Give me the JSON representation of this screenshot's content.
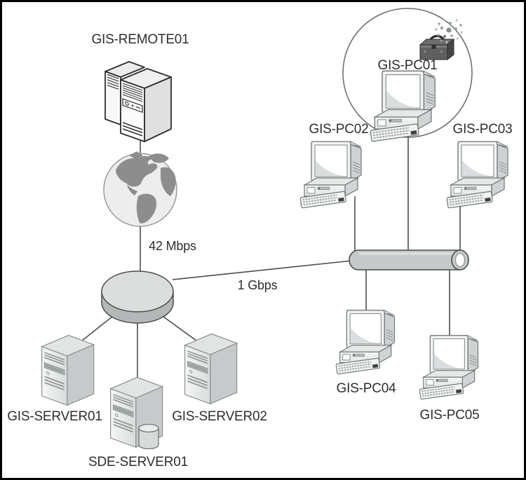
{
  "figure": {
    "background": "#ffffff",
    "frame_color": "#000000",
    "connector_color": "#4c4c4c",
    "label_color": "#2d2d2d",
    "nodes": {
      "remote_server": {
        "label": "GIS-REMOTE01",
        "icon": "tower-server-double-icon"
      },
      "internet_globe": {
        "icon": "globe-icon"
      },
      "hub": {
        "icon": "hub-disk-icon"
      },
      "backbone": {
        "icon": "network-segment-cylinder-icon"
      },
      "pc01": {
        "label": "GIS-PC01",
        "icon": "desktop-pc-icon",
        "annotations": [
          "highlight-circle",
          "toolbox-icon",
          "sparkle-dots"
        ]
      },
      "pc02": {
        "label": "GIS-PC02",
        "icon": "desktop-pc-icon"
      },
      "pc03": {
        "label": "GIS-PC03",
        "icon": "desktop-pc-icon"
      },
      "pc04": {
        "label": "GIS-PC04",
        "icon": "desktop-pc-icon"
      },
      "pc05": {
        "label": "GIS-PC05",
        "icon": "desktop-pc-icon"
      },
      "server01": {
        "label": "GIS-SERVER01",
        "icon": "tower-server-icon"
      },
      "sde_server01": {
        "label": "SDE-SERVER01",
        "icon": "tower-server-database-icon"
      },
      "server02": {
        "label": "GIS-SERVER02",
        "icon": "tower-server-icon"
      }
    },
    "edges": {
      "wan": {
        "label": "42 Mbps"
      },
      "lan": {
        "label": "1 Gbps"
      }
    }
  }
}
